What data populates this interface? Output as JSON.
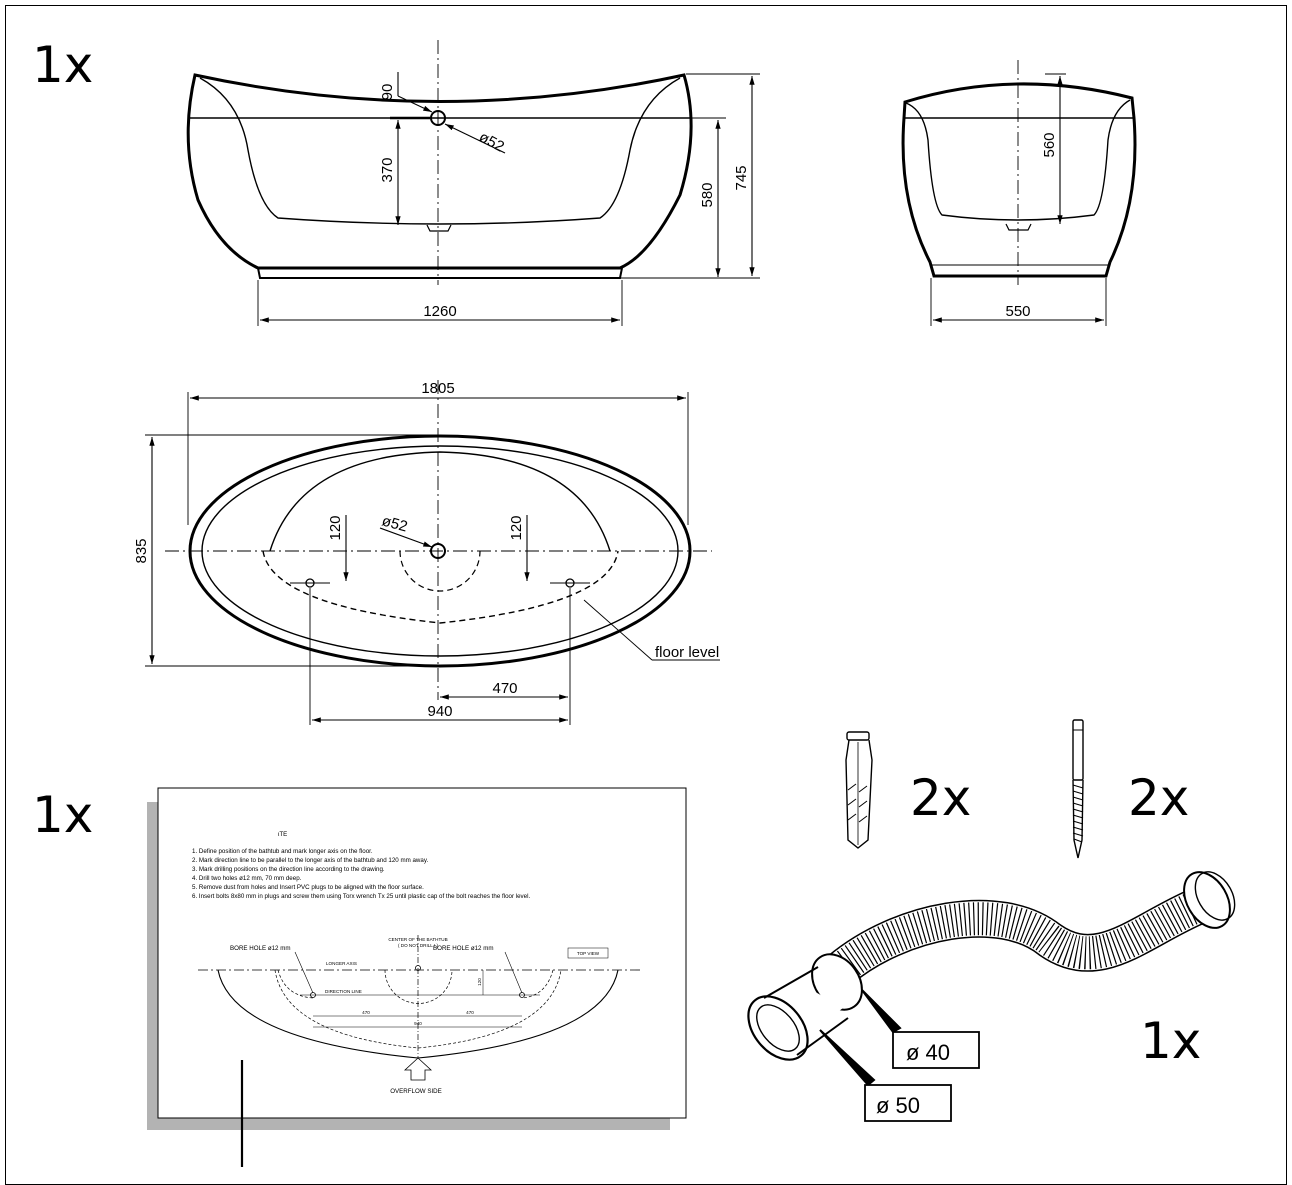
{
  "quantities": {
    "bathtub": "1x",
    "template": "1x",
    "plugs": "2x",
    "bolts": "2x",
    "hose": "1x"
  },
  "front_view": {
    "overflow_offset": "90",
    "overflow_diameter": "ø52",
    "overflow_height": "370",
    "rim_height_inner": "580",
    "total_height": "745",
    "base_width": "1260"
  },
  "side_view": {
    "inner_height": "560",
    "base_width": "550"
  },
  "top_view": {
    "length": "1805",
    "width": "835",
    "drain_diameter": "ø52",
    "offset_left": "120",
    "offset_right": "120",
    "floor_label": "floor level",
    "half_spacing": "470",
    "hole_spacing": "940"
  },
  "template": {
    "heading": "ιTE",
    "instructions": [
      "1.  Define position of the bathtub and mark longer axis on the floor.",
      "2.  Mark direction line to be parallel to the longer axis of the bathtub and 120 mm away.",
      "3.  Mark drilling positions on the direction line according to the drawing.",
      "4.  Drill two holes ø12 mm, 70 mm deep.",
      "5.  Remove dust from holes and Insert PVC plugs to be aligned with the floor surface.",
      "6.  Insert bolts 8x80 mm in plugs and screw them using Torx wrench Tx 25 until plastic cap of the bolt reaches the floor level."
    ],
    "bore_left": "BORE HOLE ø12 mm",
    "bore_right": "BORE HOLE ø12 mm",
    "center_line1": "CENTER OF THE BATHTUB",
    "center_line2": "( DO NOT DRILL ! )",
    "top_view_label": "TOP VIEW",
    "longer_axis": "LONGER AXIS",
    "direction_line": "DIRECTION LINE",
    "dim_120": "120",
    "dim_470_left": "470",
    "dim_470_right": "470",
    "dim_940": "940",
    "overflow_side": "OVERFLOW SIDE"
  },
  "hose": {
    "d40": "ø 40",
    "d50": "ø 50"
  }
}
